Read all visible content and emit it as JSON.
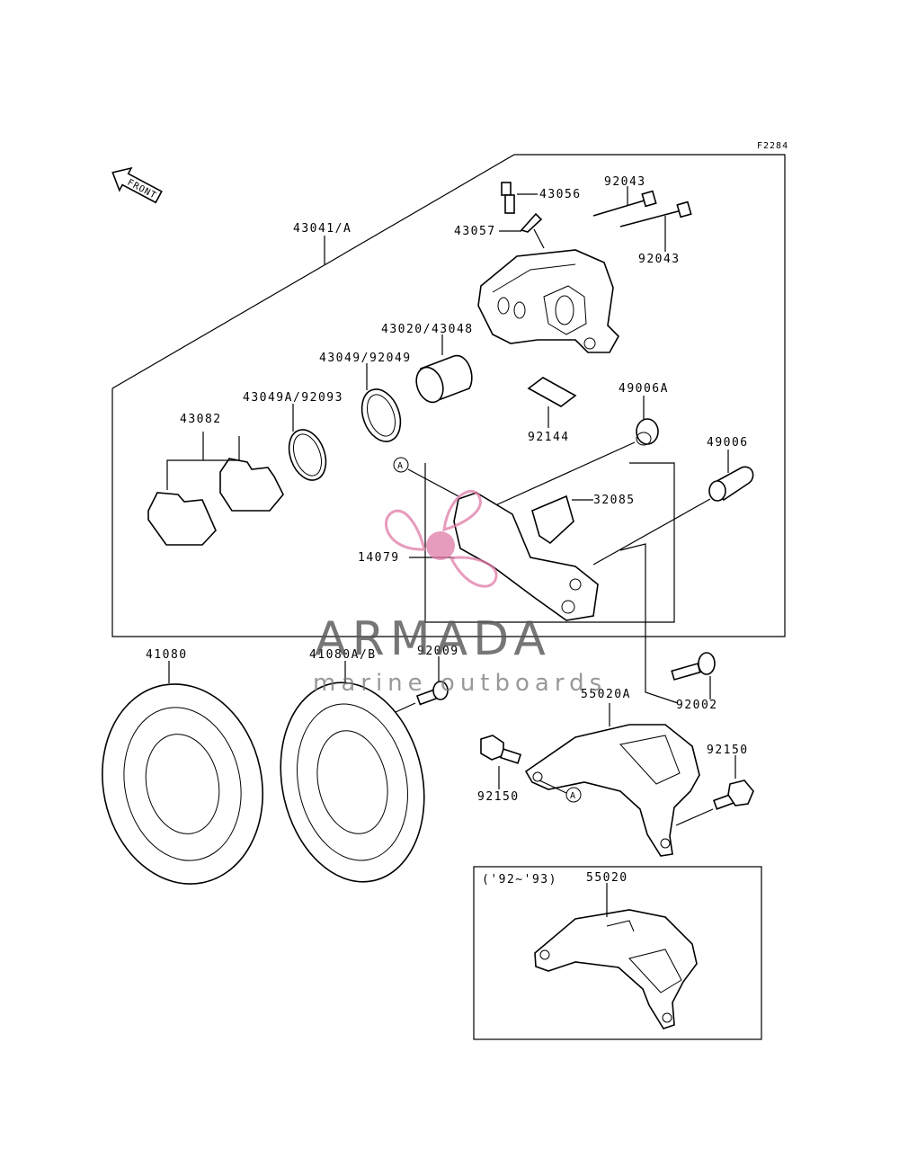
{
  "figure_code": "F2284",
  "front_label": "FRONT",
  "labels": {
    "caliper_assy": "43041/A",
    "bleed_valve": "43056",
    "bleed_cap": "43057",
    "pin_top": "92043",
    "pin_bottom": "92043",
    "piston": "43020/43048",
    "piston_seal": "43049/92049",
    "dust_seal": "43049A/92093",
    "pads": "43082",
    "spring": "92144",
    "boot_a": "49006A",
    "boot": "49006",
    "pad_spring": "32085",
    "holder": "14079",
    "ref_a_top": "A",
    "ref_a_bottom": "A",
    "disc": "41080",
    "disc_ab": "41080A/B",
    "disc_screw": "92009",
    "bolt_top": "92002",
    "guard_a": "55020A",
    "bolt_left": "92150",
    "bolt_right": "92150",
    "guard": "55020",
    "year_note": "('92~'93)"
  },
  "watermark": {
    "title": "ARMADA",
    "subtitle": "marine outboards",
    "color": "#e07aa8"
  }
}
